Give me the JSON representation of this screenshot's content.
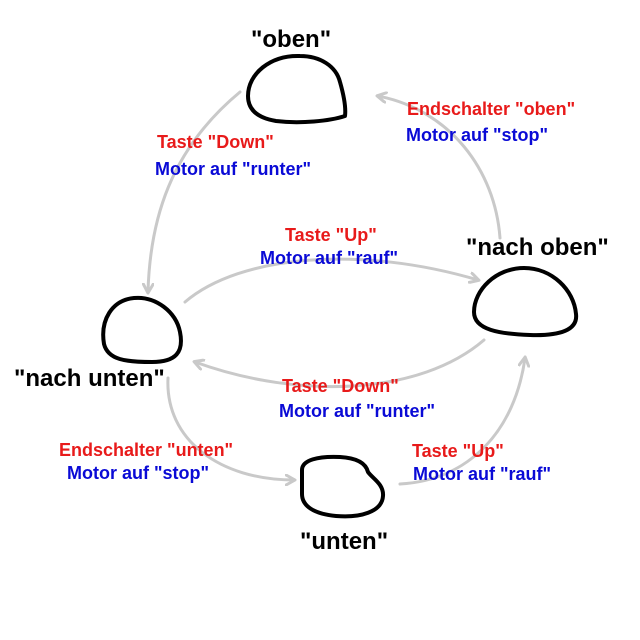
{
  "colors": {
    "trigger": "#e81a1a",
    "action": "#0a0ad6",
    "edge": "#c9c9c9",
    "node": "#000000"
  },
  "states": {
    "oben": "\"oben\"",
    "nach_oben": "\"nach oben\"",
    "nach_unten": "\"nach unten\"",
    "unten": "\"unten\""
  },
  "transitions": {
    "oben_to_nach_unten": {
      "trigger": "Taste \"Down\"",
      "action": "Motor auf \"runter\""
    },
    "nach_oben_to_oben": {
      "trigger": "Endschalter \"oben\"",
      "action": "Motor auf \"stop\""
    },
    "nach_unten_to_nach_oben": {
      "trigger": "Taste \"Up\"",
      "action": "Motor auf \"rauf\""
    },
    "nach_oben_to_nach_unten": {
      "trigger": "Taste \"Down\"",
      "action": "Motor auf \"runter\""
    },
    "nach_unten_to_unten": {
      "trigger": "Endschalter \"unten\"",
      "action": "Motor auf \"stop\""
    },
    "unten_to_nach_oben": {
      "trigger": "Taste \"Up\"",
      "action": "Motor auf \"rauf\""
    }
  }
}
